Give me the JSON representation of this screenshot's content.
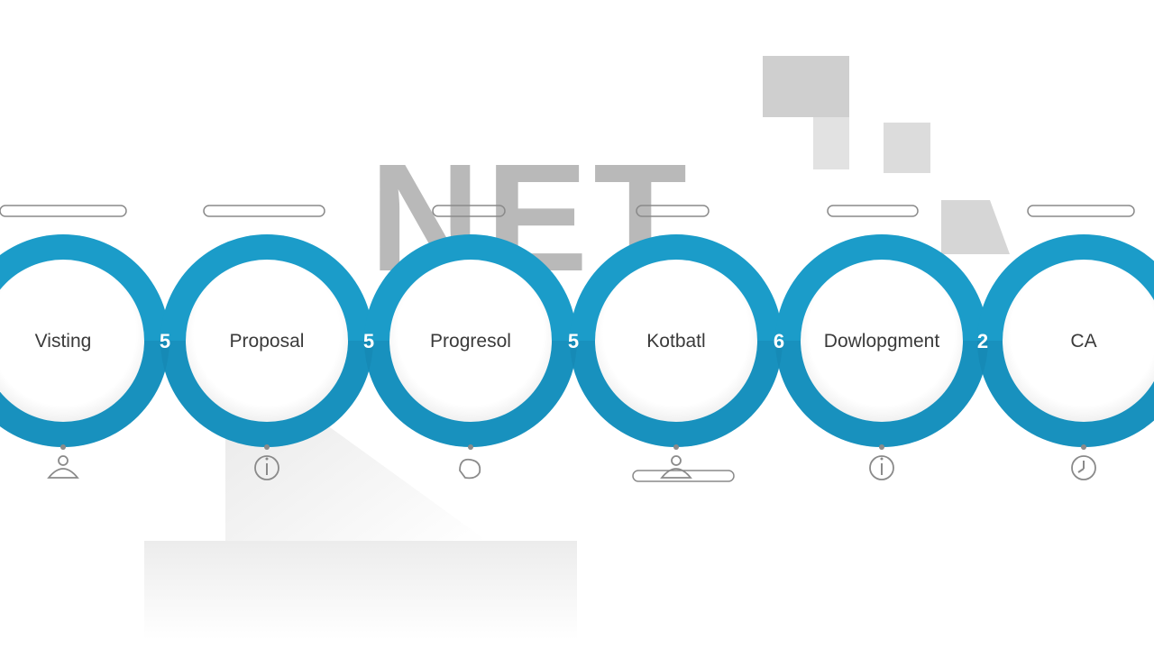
{
  "watermark": {
    "text": "NET",
    "color": "#9c9c9c"
  },
  "colors": {
    "ring": "#1b9cc9",
    "ring_dark": "#137fa9",
    "inner": "#ffffff",
    "label": "#3a3a3a",
    "connector_text": "#ffffff",
    "line_gray": "#8a8a8a",
    "block_gray": "#d4d4d4"
  },
  "stages": [
    {
      "label": "Visting",
      "connector": "5",
      "icon": "person-icon",
      "top_line": ""
    },
    {
      "label": "Proposal",
      "connector": "5",
      "icon": "info-icon",
      "top_line": ""
    },
    {
      "label": "Progresol",
      "connector": "5",
      "icon": "hand-icon",
      "top_line": ""
    },
    {
      "label": "Kotbatl",
      "connector": "6",
      "icon": "person-icon",
      "top_line": ""
    },
    {
      "label": "Dowlopgment",
      "connector": "2",
      "icon": "info-icon",
      "top_line": ""
    },
    {
      "label": "CA",
      "connector": "",
      "icon": "clock-icon",
      "top_line": ""
    }
  ]
}
